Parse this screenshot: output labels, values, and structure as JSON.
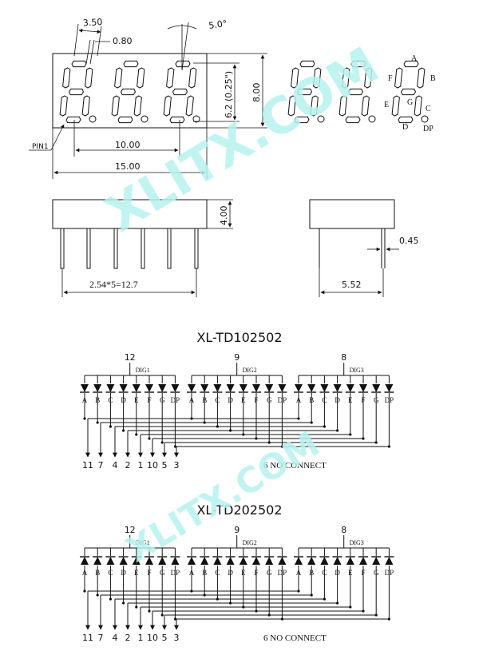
{
  "watermark": {
    "text": "XLITX.COM",
    "color": "#b6f3ef"
  },
  "top_drawing": {
    "dims": {
      "top_width": "3.50",
      "top_seg": "0.80",
      "slant": "5.0°",
      "digit_height": "6.2 (0.25\")",
      "body_height": "8.00",
      "pin_span": "10.00",
      "body_width": "15.00",
      "body_depth": "4.00",
      "pin_pitch": "2.54*5=12.7",
      "pin_dia": "0.45",
      "pin_len": "5.52"
    },
    "pin1_label": "PIN1",
    "segment_letters": {
      "a": "A",
      "b": "B",
      "c": "C",
      "d": "D",
      "e": "E",
      "f": "F",
      "g": "G",
      "dp": "DP"
    }
  },
  "schematics": [
    {
      "title": "XL-TD102502",
      "type": "common_anode",
      "digits": [
        {
          "name": "DIG1",
          "pin": "12"
        },
        {
          "name": "DIG2",
          "pin": "9"
        },
        {
          "name": "DIG3",
          "pin": "8"
        }
      ],
      "segments": [
        "A",
        "B",
        "C",
        "D",
        "E",
        "F",
        "G",
        "DP"
      ],
      "bottom_pins": [
        "11",
        "7",
        "4",
        "2",
        "1",
        "10",
        "5",
        "3"
      ],
      "no_connect": "6 NO CONNECT"
    },
    {
      "title": "XL-TD202502",
      "type": "common_cathode",
      "digits": [
        {
          "name": "DIG1",
          "pin": "12"
        },
        {
          "name": "DIG2",
          "pin": "9"
        },
        {
          "name": "DIG3",
          "pin": "8"
        }
      ],
      "segments": [
        "A",
        "B",
        "C",
        "D",
        "E",
        "F",
        "G",
        "DP"
      ],
      "bottom_pins": [
        "11",
        "7",
        "4",
        "2",
        "1",
        "10",
        "5",
        "3"
      ],
      "no_connect": "6 NO CONNECT"
    }
  ]
}
